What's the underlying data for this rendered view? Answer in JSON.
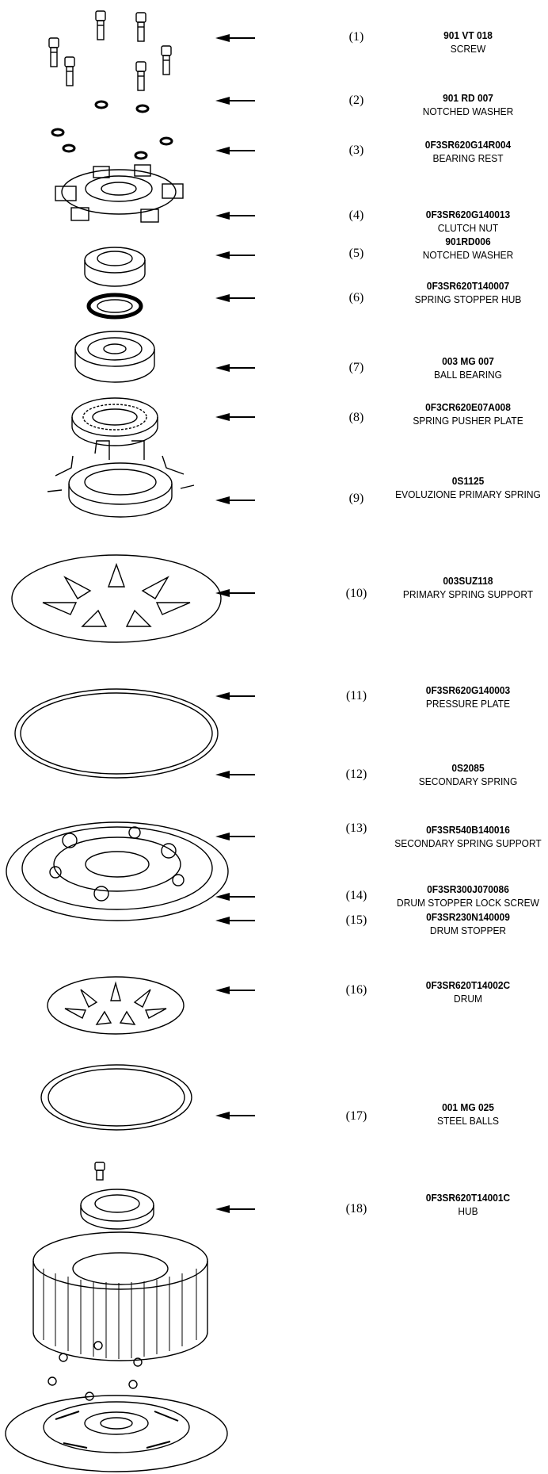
{
  "parts": [
    {
      "num": "(1)",
      "code": "901 VT 018",
      "name": "SCREW"
    },
    {
      "num": "(2)",
      "code": "901 RD 007",
      "name": "NOTCHED WASHER"
    },
    {
      "num": "(3)",
      "code": "0F3SR620G14R004",
      "name": "BEARING REST"
    },
    {
      "num": "(4)",
      "code": "0F3SR620G140013",
      "name": "CLUTCH NUT"
    },
    {
      "num": "(5)",
      "code": "901RD006",
      "name": "NOTCHED WASHER"
    },
    {
      "num": "(6)",
      "code": "0F3SR620T140007",
      "name": "SPRING STOPPER HUB"
    },
    {
      "num": "(7)",
      "code": "003 MG 007",
      "name": "BALL BEARING"
    },
    {
      "num": "(8)",
      "code": "0F3CR620E07A008",
      "name": "SPRING PUSHER PLATE"
    },
    {
      "num": "(9)",
      "code": "0S1125",
      "name": "EVOLUZIONE PRIMARY SPRING"
    },
    {
      "num": "(10)",
      "code": "003SUZ118",
      "name": "PRIMARY SPRING SUPPORT"
    },
    {
      "num": "(11)",
      "code": "0F3SR620G140003",
      "name": "PRESSURE PLATE"
    },
    {
      "num": "(12)",
      "code": "0S2085",
      "name": "SECONDARY SPRING"
    },
    {
      "num": "(13)",
      "code": "0F3SR540B140016",
      "name": "SECONDARY SPRING SUPPORT"
    },
    {
      "num": "(14)",
      "code": "0F3SR300J070086",
      "name": "DRUM STOPPER LOCK SCREW"
    },
    {
      "num": "(15)",
      "code": "0F3SR230N140009",
      "name": "DRUM STOPPER"
    },
    {
      "num": "(16)",
      "code": "0F3SR620T14002C",
      "name": "DRUM"
    },
    {
      "num": "(17)",
      "code": "001 MG 025",
      "name": "STEEL BALLS"
    },
    {
      "num": "(18)",
      "code": "0F3SR620T14001C",
      "name": "HUB"
    }
  ]
}
